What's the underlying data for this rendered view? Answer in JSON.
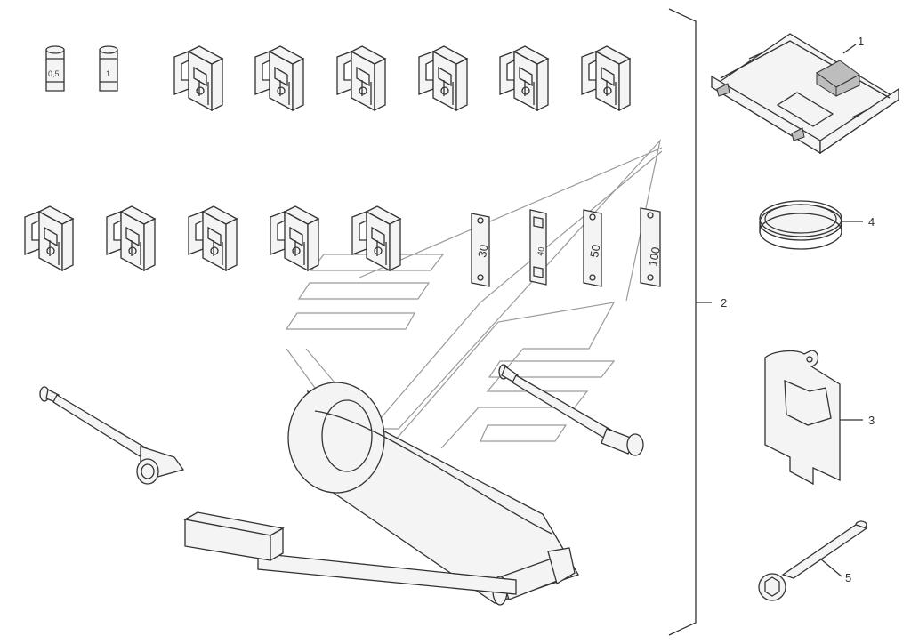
{
  "diagram": {
    "callouts": [
      {
        "id": "1",
        "label": "1"
      },
      {
        "id": "2",
        "label": "2"
      },
      {
        "id": "3",
        "label": "3"
      },
      {
        "id": "4",
        "label": "4"
      },
      {
        "id": "5",
        "label": "5"
      }
    ],
    "glass_fuses": [
      "0,5",
      "1"
    ],
    "blade_fuses": [
      "",
      "",
      "",
      "",
      "",
      "",
      "",
      "",
      "",
      "",
      ""
    ],
    "strip_fuses": [
      "30",
      "40",
      "50",
      "100"
    ],
    "colors": {
      "line": "#333333",
      "shade": "#bdbdbd",
      "watermark": "#9a9a9a"
    }
  }
}
